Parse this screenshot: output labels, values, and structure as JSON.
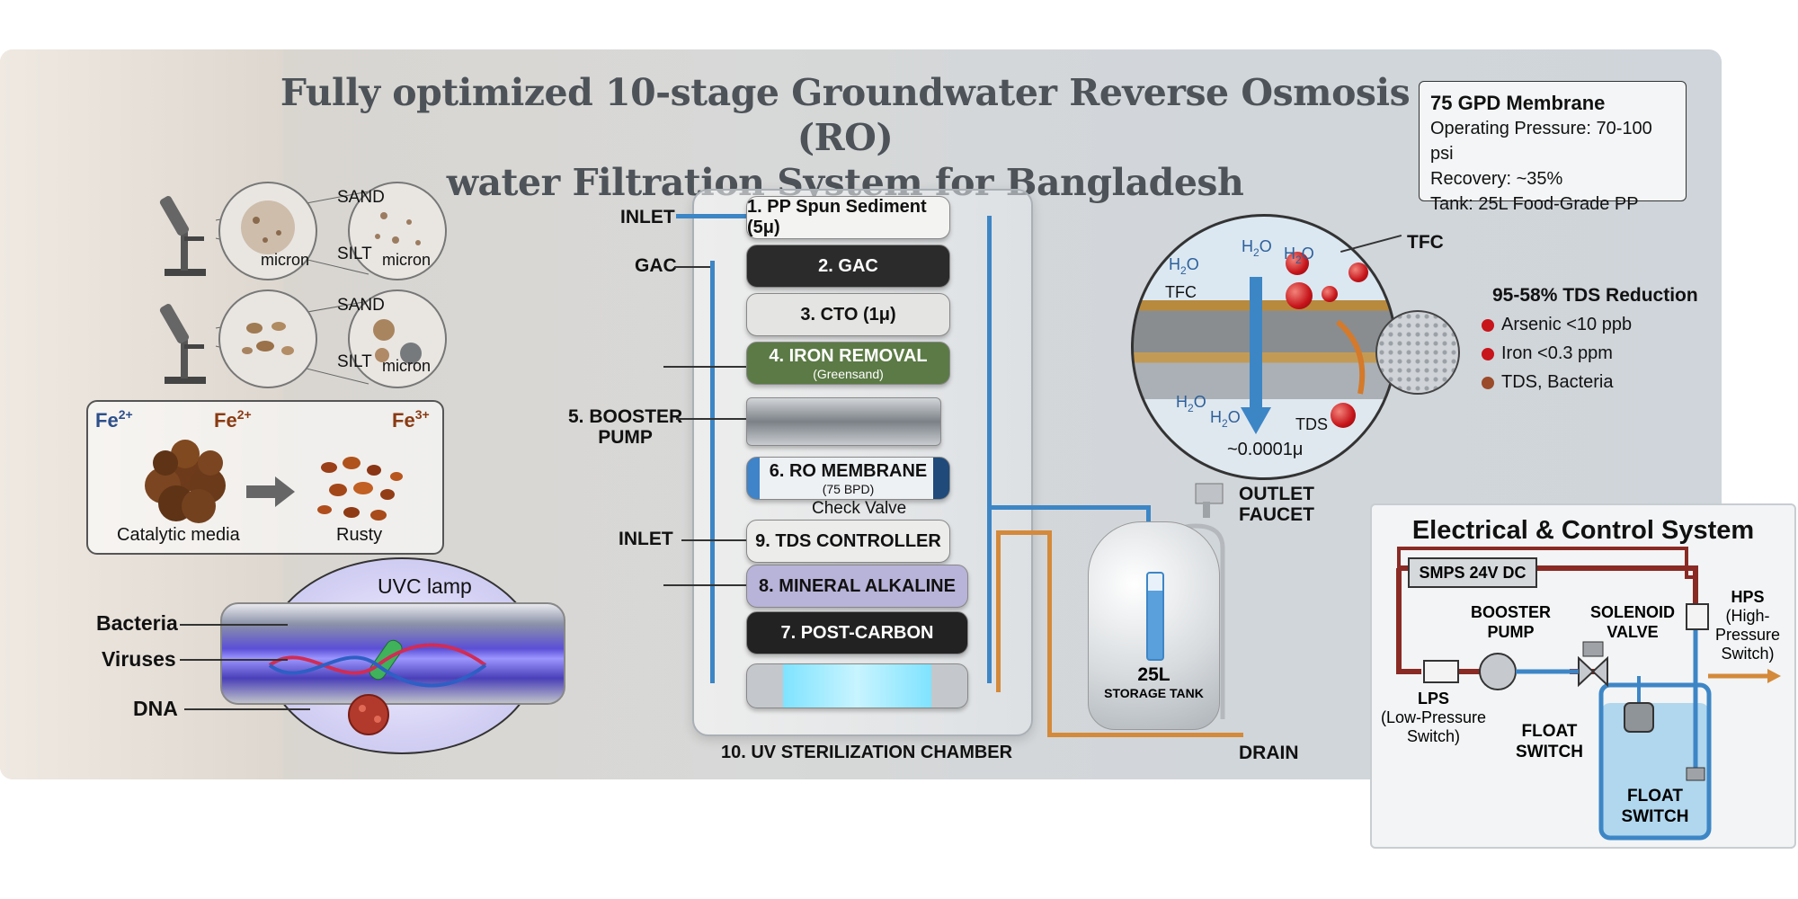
{
  "title": {
    "line1": "Fully optimized 10-stage Groundwater Reverse Osmosis (RO)",
    "line2": "water Filtration System for Bangladesh"
  },
  "specs": {
    "heading": "75 GPD Membrane",
    "pressure": "Operating Pressure: 70-100 psi",
    "recovery": "Recovery: ~35%",
    "tank": "Tank: 25L Food-Grade PP"
  },
  "microscope": {
    "sand": "SAND",
    "silt": "SILT",
    "micron": "micron"
  },
  "catalytic": {
    "fe2_left": "Fe",
    "fe2_left_sup": "2+",
    "fe2_mid": "Fe",
    "fe2_mid_sup": "2+",
    "fe3": "Fe",
    "fe3_sup": "3+",
    "media_label": "Catalytic media",
    "rusty_label": "Rusty"
  },
  "uv_detail": {
    "lamp_label": "UVC lamp",
    "bacteria": "Bacteria",
    "viruses": "Viruses",
    "dna": "DNA"
  },
  "side_labels": {
    "inlet_top": "INLET",
    "gac": "GAC",
    "booster_line1": "5. BOOSTER",
    "booster_line2": "PUMP",
    "inlet_mid": "INLET"
  },
  "filters": [
    {
      "label": "1. PP Spun Sediment (5μ)",
      "sub": "",
      "bg": "#f3f3f1",
      "fg": "#111111"
    },
    {
      "label": "2. GAC",
      "sub": "",
      "bg": "#2b2b2c",
      "fg": "#ffffff"
    },
    {
      "label": "3. CTO (1μ)",
      "sub": "",
      "bg": "#e4e4e2",
      "fg": "#111111"
    },
    {
      "label": "4. IRON REMOVAL",
      "sub": "(Greensand)",
      "bg": "#5b7a45",
      "fg": "#ffffff"
    },
    {
      "label": "",
      "sub": "",
      "bg": "#9aa0a6",
      "fg": "#111111"
    },
    {
      "label": "6. RO MEMBRANE",
      "sub": "(75 BPD)",
      "bg": "#eef1f4",
      "fg": "#111111"
    },
    {
      "label": "9. TDS CONTROLLER",
      "sub": "",
      "bg": "#ecedeb",
      "fg": "#111111"
    },
    {
      "label": "8. MINERAL ALKALINE",
      "sub": "",
      "bg": "#b8b3d8",
      "fg": "#111111"
    },
    {
      "label": "7. POST-CARBON",
      "sub": "",
      "bg": "#222223",
      "fg": "#ffffff"
    }
  ],
  "check_valve": "Check Valve",
  "uv_chamber": "10. UV STERILIZATION CHAMBER",
  "membrane_detail": {
    "tfc_top": "TFC",
    "tfc_left": "TFC",
    "h2o": "H",
    "h2o_sub": "2",
    "h2o_end": "O",
    "tds": "TDS",
    "pore": "~0.0001μ"
  },
  "removal": {
    "heading": "95-58% TDS Reduction",
    "items": [
      {
        "text": "Arsenic <10 ppb",
        "color": "#c8141b"
      },
      {
        "text": "Iron <0.3 ppm",
        "color": "#c8141b"
      },
      {
        "text": "TDS, Bacteria",
        "color": "#9b4a2a"
      }
    ]
  },
  "outlet": {
    "line1": "OUTLET",
    "line2": "FAUCET"
  },
  "storage": {
    "volume": "25L",
    "label": "STORAGE TANK"
  },
  "drain": "DRAIN",
  "electrical": {
    "title": "Electrical & Control System",
    "smps": "SMPS 24V DC",
    "booster_line1": "BOOSTER",
    "booster_line2": "PUMP",
    "solenoid_line1": "SOLENOID",
    "solenoid_line2": "VALVE",
    "hps_line1": "HPS",
    "hps_line2": "(High-",
    "hps_line3": "Pressure",
    "hps_line4": "Switch)",
    "lps_line1": "LPS",
    "lps_line2": "(Low-Pressure",
    "lps_line3": "Switch)",
    "float_switch_line1": "FLOAT",
    "float_switch_line2": "SWITCH",
    "float_tank_line1": "FLOAT",
    "float_tank_line2": "SWITCH"
  }
}
